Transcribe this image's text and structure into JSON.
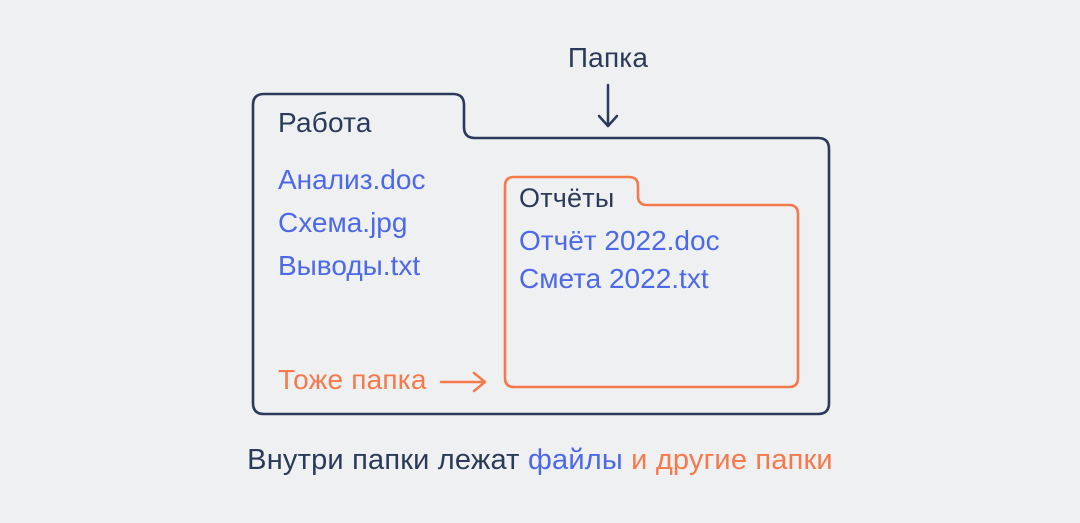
{
  "annotation": {
    "pointer_label": "Папка"
  },
  "work_folder": {
    "name": "Работа",
    "files": [
      "Анализ.doc",
      "Схема.jpg",
      "Выводы.txt"
    ]
  },
  "reports_folder": {
    "name": "Отчёты",
    "files": [
      "Отчёт 2022.doc",
      "Смета 2022.txt"
    ],
    "pointer_label": "Тоже папка"
  },
  "caption": {
    "prefix": "Внутри папки лежат",
    "highlight_files": "файлы",
    "highlight_folders": "и другие папки"
  },
  "colors": {
    "navy": "#2b3a59",
    "blue": "#4d68e8",
    "orange": "#f5794b",
    "background": "#eef0f2"
  }
}
